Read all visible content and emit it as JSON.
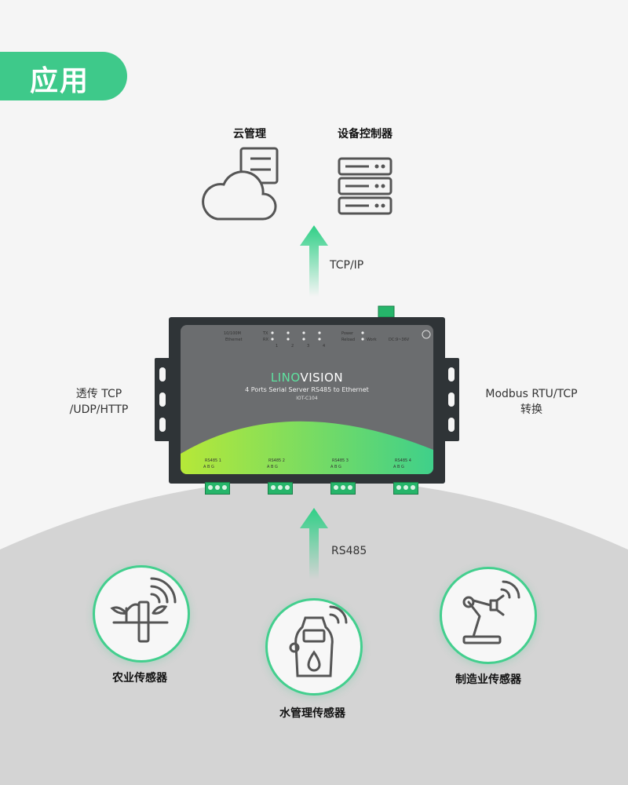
{
  "header": {
    "badge": "应用"
  },
  "top": {
    "cloud_label": "云管理",
    "controller_label": "设备控制器",
    "up_link_label": "TCP/IP"
  },
  "sides": {
    "left_line1": "透传 TCP",
    "left_line2": "/UDP/HTTP",
    "right_line1": "Modbus RTU/TCP",
    "right_line2": "转换"
  },
  "device": {
    "brand_part1": "LINO",
    "brand_part2": "VISION",
    "subtitle": "4 Ports Serial Server RS485 to Ethernet",
    "model": "IOT-C104",
    "ports": [
      {
        "label": "RS485 1",
        "pins": "A  B  G"
      },
      {
        "label": "RS485 2",
        "pins": "A  B  G"
      },
      {
        "label": "RS485 3",
        "pins": "A  B  G"
      },
      {
        "label": "RS485 4",
        "pins": "A  B  G"
      }
    ],
    "top_labels": [
      "10/100M",
      "Ethernet",
      "TX",
      "RX",
      "1",
      "2",
      "3",
      "4",
      "Power",
      "Reload",
      "Work",
      "DC:9~36V"
    ]
  },
  "bottom": {
    "down_link_label": "RS485",
    "agri_label": "农业传感器",
    "water_label": "水管理传感器",
    "manufacture_label": "制造业传感器"
  },
  "colors": {
    "accent": "#3ec98a",
    "device_body": "#2f3437",
    "device_panel": "#6b6d6f",
    "gradient_start": "#b6e838",
    "gradient_end": "#3fd08a"
  }
}
